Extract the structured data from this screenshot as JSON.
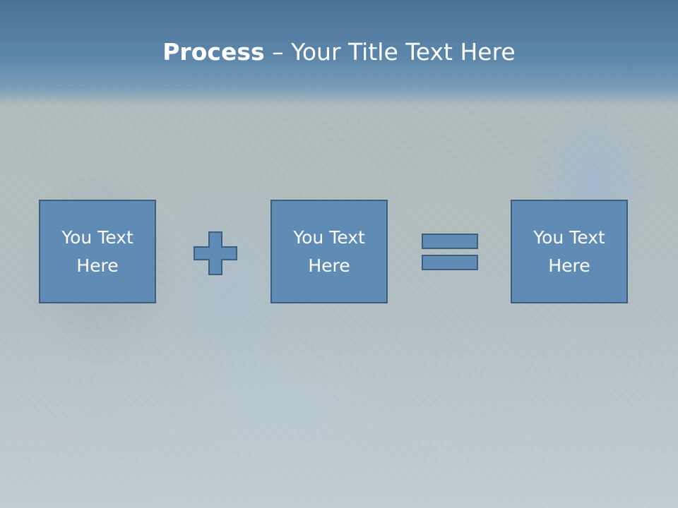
{
  "slide": {
    "title_bold": "Process",
    "title_separator": " – ",
    "title_rest": "Your Title Text Here",
    "boxes": [
      {
        "label": "You Text\nHere"
      },
      {
        "label": "You Text\nHere"
      },
      {
        "label": "You Text\nHere"
      }
    ],
    "operators": [
      "plus-icon",
      "equals-icon"
    ]
  },
  "colors": {
    "title_band": "#4a7296",
    "box_fill": "#5f8bb5",
    "box_border": "#3c5f80",
    "text": "#ffffff"
  }
}
